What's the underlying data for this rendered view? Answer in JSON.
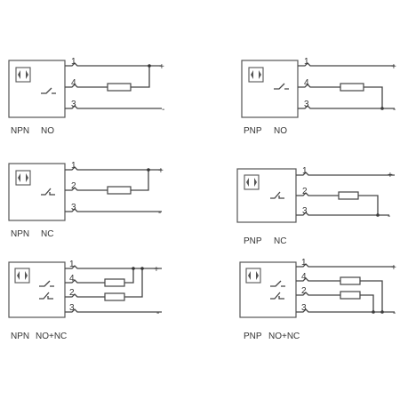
{
  "diagrams": [
    {
      "id": "npn-no",
      "type_label": "NPN",
      "mode_label": "NO",
      "pins": [
        "1",
        "4",
        "3"
      ],
      "signs": [
        "+",
        "-"
      ]
    },
    {
      "id": "pnp-no",
      "type_label": "PNP",
      "mode_label": "NO",
      "pins": [
        "1",
        "4",
        "3"
      ],
      "signs": [
        "+",
        "-"
      ]
    },
    {
      "id": "npn-nc",
      "type_label": "NPN",
      "mode_label": "NC",
      "pins": [
        "1",
        "2",
        "3"
      ],
      "signs": [
        "+",
        "-"
      ]
    },
    {
      "id": "pnp-nc",
      "type_label": "PNP",
      "mode_label": "NC",
      "pins": [
        "1",
        "2",
        "3"
      ],
      "signs": [
        "+",
        "-"
      ]
    },
    {
      "id": "npn-nonc",
      "type_label": "NPN",
      "mode_label": "NO+NC",
      "pins": [
        "1",
        "4",
        "2",
        "3"
      ],
      "signs": [
        "+",
        "-"
      ]
    },
    {
      "id": "pnp-nonc",
      "type_label": "PNP",
      "mode_label": "NO+NC",
      "pins": [
        "1",
        "4",
        "2",
        "3"
      ],
      "signs": [
        "+",
        "-"
      ]
    }
  ]
}
